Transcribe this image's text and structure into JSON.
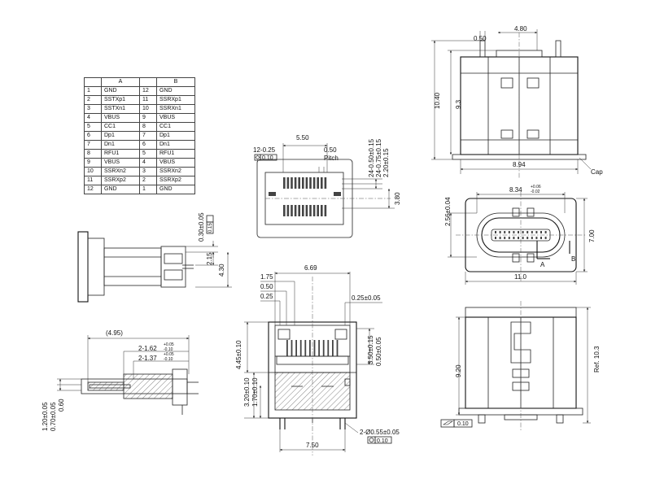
{
  "pin_table": {
    "headers": [
      "",
      "A",
      "",
      "B"
    ],
    "rows": [
      [
        "1",
        "GND",
        "12",
        "GND"
      ],
      [
        "2",
        "SSTXp1",
        "11",
        "SSRXp1"
      ],
      [
        "3",
        "SSTXn1",
        "10",
        "SSRXn1"
      ],
      [
        "4",
        "VBUS",
        "9",
        "VBUS"
      ],
      [
        "5",
        "CC1",
        "8",
        "CC1"
      ],
      [
        "6",
        "Dp1",
        "7",
        "Dp1"
      ],
      [
        "7",
        "Dn1",
        "6",
        "Dn1"
      ],
      [
        "8",
        "RFU1",
        "5",
        "RFU1"
      ],
      [
        "9",
        "VBUS",
        "4",
        "VBUS"
      ],
      [
        "10",
        "SSRXn2",
        "3",
        "SSRXn2"
      ],
      [
        "11",
        "SSRXp2",
        "2",
        "SSRXp2"
      ],
      [
        "12",
        "GND",
        "1",
        "GND"
      ]
    ]
  },
  "pcb_layout": {
    "dim_550": "5.50",
    "dim_12x025": "12-0.25",
    "tol_010": "0.10",
    "dim_050": "0.50",
    "pitch": "Pitch",
    "dim_24x050": "24-0.50±0.15",
    "dim_24x075": "24-0.75±0.15",
    "dim_220": "2.20±0.15",
    "dim_380": "3.80"
  },
  "side_view": {
    "dim_030": "0.30±0.05",
    "tol_015": "0.15",
    "dim_215": "2.15",
    "dim_430": "4.30"
  },
  "section_view": {
    "dim_495": "(4.95)",
    "dim_2x162": "2-1.62",
    "tol_162": [
      "+0.05",
      "-0.10"
    ],
    "dim_2x137": "2-1.37",
    "tol_137": [
      "+0.05",
      "-0.10"
    ],
    "dim_120": "1.20±0.05",
    "dim_070": "0.70±0.05",
    "dim_060": "0.60"
  },
  "front_view": {
    "dim_669": "6.69",
    "dim_175": "1.75",
    "dim_050": "0.50",
    "dim_025": "0.25",
    "dim_025r": "0.25±0.05",
    "dim_445": "4.45±0.10",
    "dim_350": "3.50±0.15",
    "dim_050v": "0.50±0.05",
    "dim_320": "3.20±0.10",
    "dim_170": "1.70±0.10",
    "dim_750": "7.50",
    "dim_2phi": "2-Ø0.55±0.05",
    "tol_010": "0.10"
  },
  "top_right": {
    "dim_480": "4.80",
    "dim_050": "0.50",
    "dim_1040": "10.40",
    "dim_93": "9.3",
    "dim_894": "8.94",
    "cap": "Cap"
  },
  "mid_right": {
    "dim_834": "8.34",
    "tol_834": [
      "+0.06",
      "-0.02"
    ],
    "dim_256": "2.56±0.04",
    "dim_700": "7.00",
    "dim_110": "11.0",
    "label_a": "A",
    "label_b": "B"
  },
  "bottom_right": {
    "dim_920": "9.20",
    "dim_ref": "Ref. 10.3",
    "tol_010": "0.10"
  }
}
